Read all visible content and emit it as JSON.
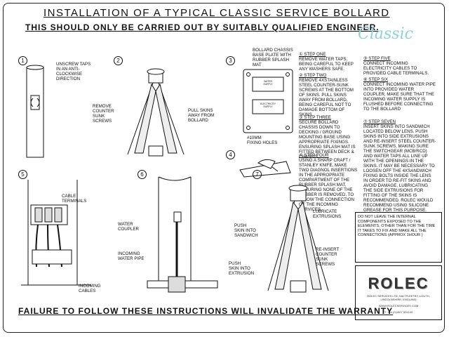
{
  "title": "INSTALLATION OF A TYPICAL CLASSIC SERVICE BOLLARD",
  "subtitle": "THIS SHOULD ONLY BE CARRIED OUT BY SUITABLY QUALIFIED ENGINEER.",
  "footer": "FAILURE TO FOLLOW THESE INSTRUCTIONS WILL INVALIDATE THE WARRANTY",
  "brand_classic": "Classic",
  "diagrams": {
    "d1": {
      "num": "1",
      "label": "UNSCREW TAPS\nIN AN ANTI-\nCLOCKWISE\nDIRECTION"
    },
    "d2": {
      "num": "2",
      "remove": "REMOVE\nCOUNTER\nSUNK\nSCREWS",
      "pull": "PULL SKINS\nAWAY FROM\nBOLLARD"
    },
    "d3": {
      "num": "3",
      "chassis": "BOLLARD CHASSIS\nBASE PLATE WITH\nRUBBER SPLASH\nMAT",
      "water_supply": "WATER\nSUPPLY",
      "electricity_supply": "ELECTRICITY\nSUPPLY",
      "holes": "#10mm\nFIXING HOLES"
    },
    "d4": {
      "num": "4"
    },
    "d5": {
      "num": "5",
      "cable": "CABLE\nTERMINALS",
      "incoming": "INCOMING\nCABLES"
    },
    "d6": {
      "num": "6",
      "coupler": "WATER\nCOUPLER",
      "pipe": "INCOMING\nWATER PIPE"
    },
    "d7": {
      "num": "7",
      "lubricate": "LUBRICATE\nEXTRUSIONS",
      "sandwich": "PUSH\nSKIN INTO\nSANDWICH",
      "extrusion": "PUSH\nSKIN INTO\nEXTRUSION",
      "reinsert": "RE-INSERT\nCOUNTER\nSUNK\nSCREWS"
    }
  },
  "steps": [
    {
      "head": "① STEP ONE",
      "body": "REMOVE WATER TAPS, BEING CAREFUL TO KEEP ANY WASHERS SAFE."
    },
    {
      "head": "② STEP TWO",
      "body": "REMOVE 4xSTAINLESS STEEL COUNTER-SUNK SCREWS AT THE BOTTOM OF SKINS. PULL SKINS AWAY FROM BOLLARD, BEING CAREFUL NOT TO DAMAGE BOTTOM OF SKINS."
    },
    {
      "head": "③ STEP THREE",
      "body": "SECURE BOLLARD CHASSIS DOWN TO DECKING / GROUND MOUNTING BASE USING APPROPRIATE FIXINGS. ENSURING SPLASH MAT IS FITTED BETWEEN DECK & CHASSIS"
    },
    {
      "head": "④ STEP FOUR",
      "body": "USING A SHARP CRAFT / STANLEY KNIFE, MAKE TWO DIAGNOL INSERTIONS IN THE APPROPRIATE COMPARTMENT OF THE RUBBER SPLASH MAT, ENSURING NONE OF THE RUBBER IS REMOVED, TO ALLOW THE CONNECTION OF THE INCOMING SERVICES."
    },
    {
      "head": "⑤ STEP FIVE",
      "body": "CONNECT INCOMING ELECTRICITY CABLES TO PROVIDED CABLE TERMINALS."
    },
    {
      "head": "⑥ STEP SIX",
      "body": "CONNECT INCOMING WATER PIPE INTO PROVIDED WATER COUPLER, MAKE SURE THAT THE INCOMING WATER SUPPLY IS FLUSHED BEFORE CONNECTING TO THE BOLLARD"
    },
    {
      "head": "⑦ STEP SEVEN",
      "body": "INSERT SKINS INTO SANDWICH LOCATED BELOW LENS. PUSH SKINS INTO SIDE EXTRUSIONS AND RE-INSERT STEEL COUNTER-SUNK SCREWS, MAKING SURE THE SWITCHGEAR (MCB/RCD) AND WATER TAPS ALL LINE UP WITH THE OPENINGS IN THE SKINS. IT MAY BE NECESSARY TO LOOSEN OFF THE 4xSANDWICH FIXING BOLTS INSIDE THE LENS IN ORDER TO RE-FIT SKINS AND AVOID DAMAGE. LUBRICATING THE SIDE EXTRUSIONS FOR FITTING OF THE SKINS IS RECOMMENDED. ROLEC WOULD RECOMMEND USING SILICONE GREASE FOR THIS PURPOSE."
    }
  ],
  "warning": "DO NOT LEAVE THE INTERNAL COMPONENTS EXPOSED TO THE ELEMENTS, OTHER THAN FOR THE TIME IT TAKES TO FIX AND MAKE ALL THE CONNECTIONS (APPROX 1HOUR )",
  "company": {
    "brand": "ROLEC",
    "address": "ROLEC SERVICES LTD, SALTFLEETBY, LOUTH, LINCOLNSHIRE, ENGLAND",
    "web": "WWW.ROLECSERVICES.COM",
    "phone": "T: +44 (0)1507 524140"
  }
}
